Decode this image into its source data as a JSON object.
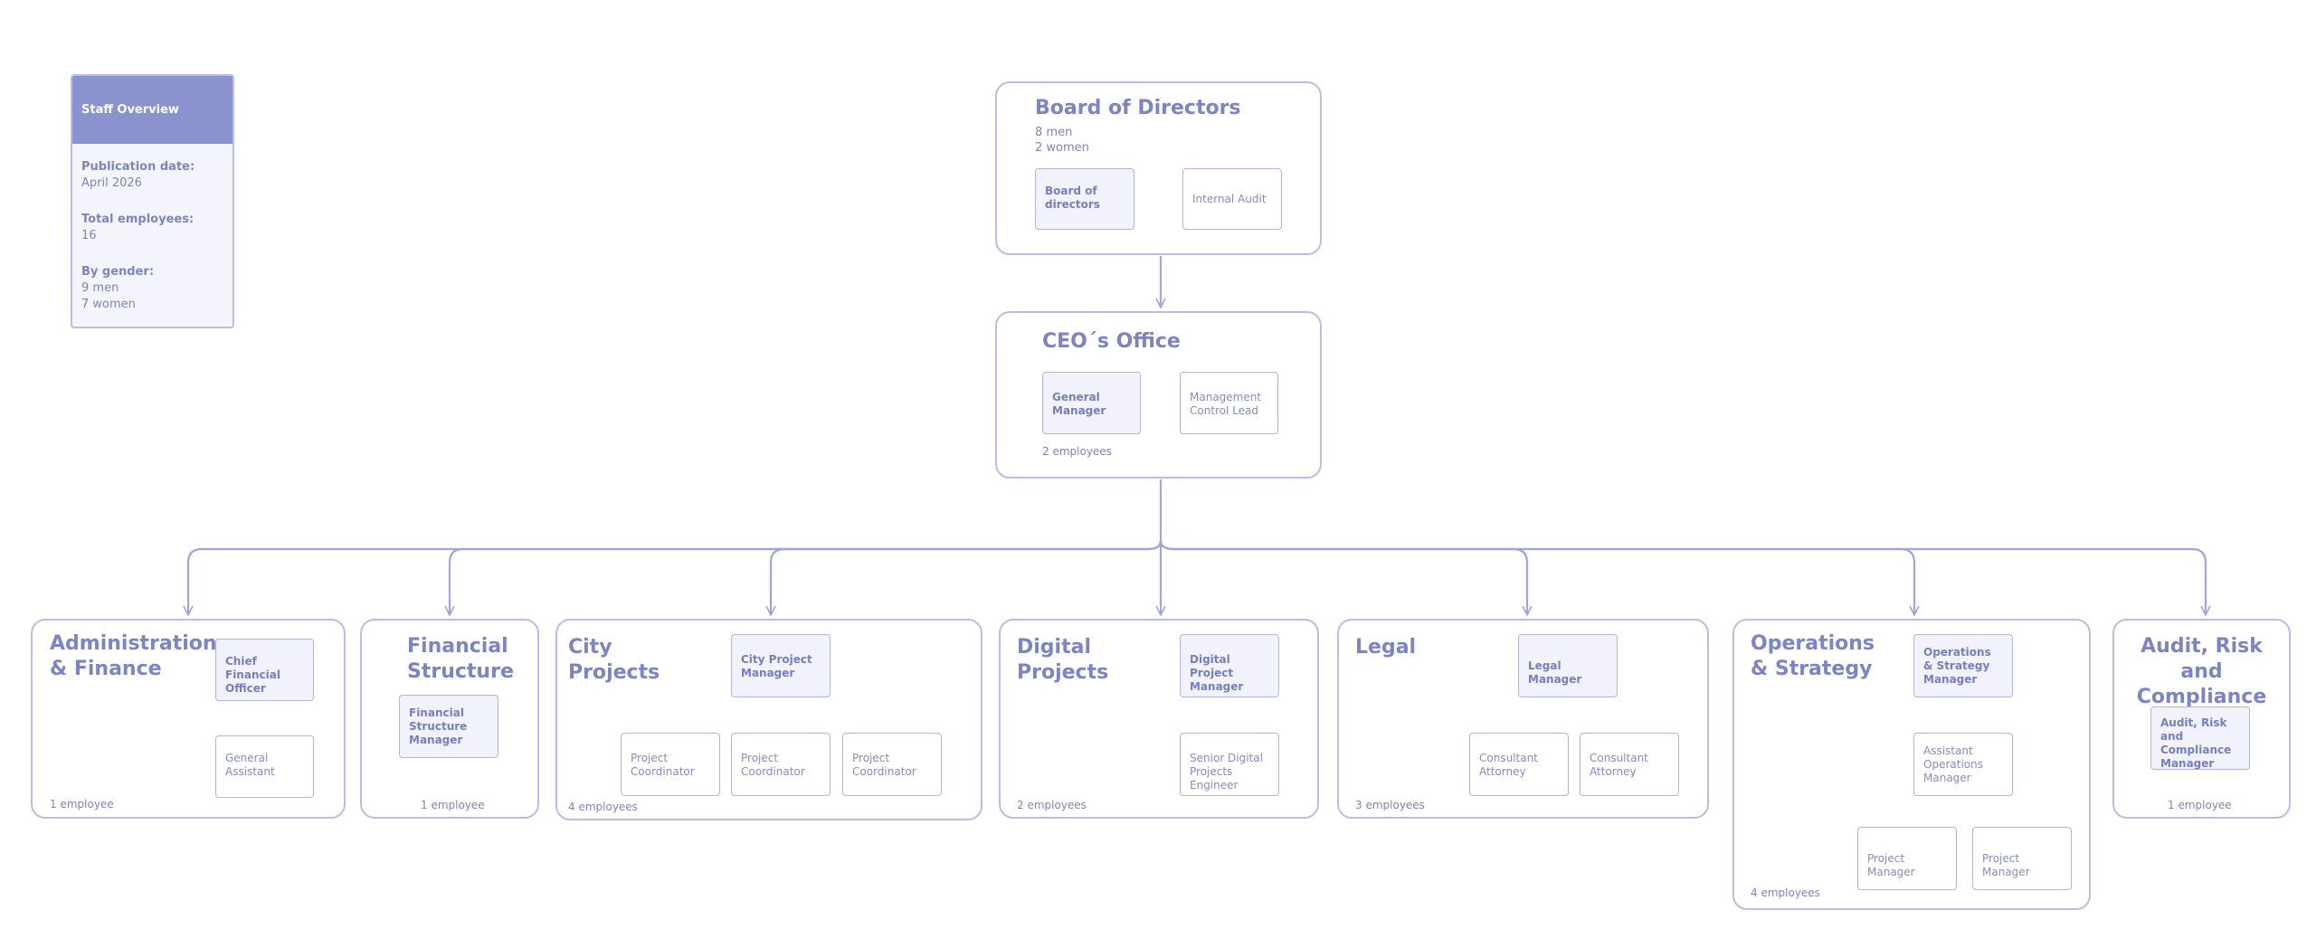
{
  "summary": {
    "title": "Staff Overview",
    "publication_label": "Publication date:",
    "publication_value": "April 2026",
    "total_label": "Total employees:",
    "total_value": "16",
    "gender_label": "By gender:",
    "gender_men": "9 men",
    "gender_women": "7 women"
  },
  "board": {
    "title": "Board of Directors",
    "men": "8 men",
    "women": "2 women",
    "box_main": "Board of directors",
    "box_audit": "Internal Audit"
  },
  "ceo": {
    "title": "CEO´s Office",
    "box_main": "General Manager",
    "box_second": "Management Control Lead",
    "count": "2 employees"
  },
  "admin": {
    "title": "Administration & Finance",
    "lead": "Chief Financial Officer",
    "member": "General Assistant",
    "count": "1 employee"
  },
  "financial": {
    "title": "Financial Structure",
    "lead": "Financial Structure Manager",
    "count": "1 employee"
  },
  "city": {
    "title": "City Projects",
    "lead": "City Project Manager",
    "members": [
      "Project Coordinator",
      "Project Coordinator",
      "Project Coordinator"
    ],
    "count": "4 employees"
  },
  "digital": {
    "title": "Digital Projects",
    "lead": "Digital Project Manager",
    "member": "Senior Digital Projects Engineer",
    "count": "2 employees"
  },
  "legal": {
    "title": "Legal",
    "lead": "Legal Manager",
    "members": [
      "Consultant Attorney",
      "Consultant Attorney"
    ],
    "count": "3 employees"
  },
  "operations": {
    "title": "Operations & Strategy",
    "lead": "Operations & Strategy Manager",
    "assistant": "Assistant Operations Manager",
    "members": [
      "Project Manager",
      "Project Manager"
    ],
    "count": "4 employees"
  },
  "audit": {
    "title": "Audit, Risk and Compliance",
    "lead": "Audit, Risk and Compliance Manager",
    "count": "1 employee"
  },
  "colors": {
    "line": "#9ea5df",
    "border": "#b8bdea",
    "header": "#8b93cf",
    "text": "#7b84c4",
    "lead_fill": "#f1f2fb"
  }
}
